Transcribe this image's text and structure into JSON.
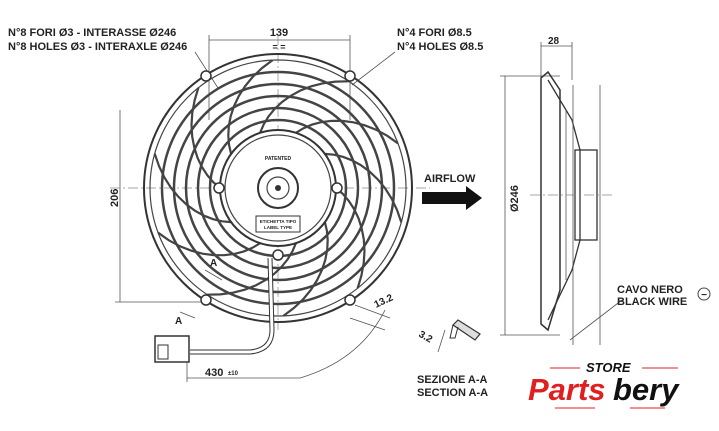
{
  "notes": {
    "holes_8_it": "N°8 FORI Ø3 - INTERASSE Ø246",
    "holes_8_en": "N°8 HOLES Ø3 - INTERAXLE Ø246",
    "holes_4_it": "N°4 FORI Ø8.5",
    "holes_4_en": "N°4 HOLES Ø8.5"
  },
  "dimensions": {
    "width_139": "139",
    "height_206": "206",
    "depth_28": "28",
    "diameter_246": "Ø246",
    "cable_430": "430",
    "cable_tol": "±10",
    "offset_13_2": "13.2",
    "section_3_2": "3.2",
    "equal_mark": "= ="
  },
  "labels": {
    "airflow": "AIRFLOW",
    "section_mark": "A",
    "patented": "PATENTED",
    "label_type_1": "ETICHETTA TIPO",
    "label_type_2": "LABEL TYPE",
    "section_it": "SEZIONE A-A",
    "section_en": "SECTION A-A",
    "wire_it": "CAVO NERO",
    "wire_en": "BLACK WIRE",
    "wire_polarity": "−"
  },
  "logo": {
    "store": "STORE",
    "brand_red": "Parts",
    "brand_black": "bery",
    "red": "#e02020"
  }
}
